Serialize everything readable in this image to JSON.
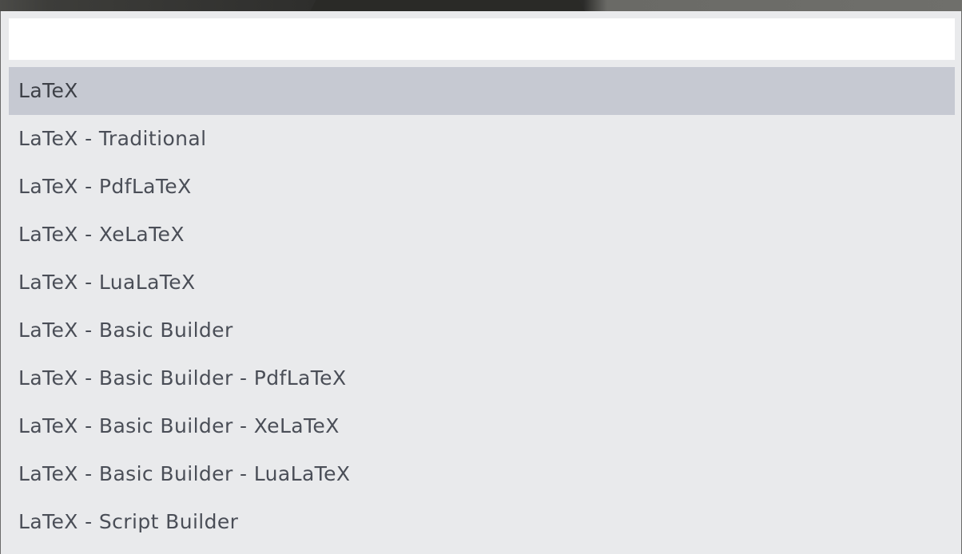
{
  "search": {
    "value": "",
    "placeholder": ""
  },
  "items": [
    {
      "label": "LaTeX",
      "selected": true
    },
    {
      "label": "LaTeX - Traditional",
      "selected": false
    },
    {
      "label": "LaTeX - PdfLaTeX",
      "selected": false
    },
    {
      "label": "LaTeX - XeLaTeX",
      "selected": false
    },
    {
      "label": "LaTeX - LuaLaTeX",
      "selected": false
    },
    {
      "label": "LaTeX - Basic Builder",
      "selected": false
    },
    {
      "label": "LaTeX - Basic Builder - PdfLaTeX",
      "selected": false
    },
    {
      "label": "LaTeX - Basic Builder - XeLaTeX",
      "selected": false
    },
    {
      "label": "LaTeX - Basic Builder - LuaLaTeX",
      "selected": false
    },
    {
      "label": "LaTeX - Script Builder",
      "selected": false
    }
  ],
  "colors": {
    "panel_bg": "#e9eaec",
    "selected_bg": "#c6c9d2",
    "text": "#4a4e57"
  }
}
